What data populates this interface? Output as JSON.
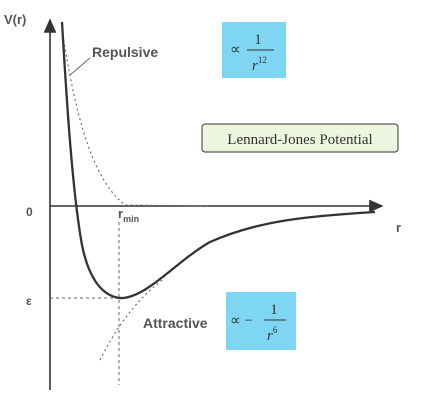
{
  "axes": {
    "y_label": "V(r)",
    "x_label": "r",
    "zero_label": "0",
    "epsilon_label": "ε",
    "rmin_main": "r",
    "rmin_sub": "min"
  },
  "annotations": {
    "repulsive_label": "Repulsive",
    "attractive_label": "Attractive",
    "title_box": "Lennard-Jones Potential",
    "repulsive_formula": {
      "prop": "∝",
      "numerator": "1",
      "denom_base": "r",
      "denom_exp": "12"
    },
    "attractive_formula": {
      "prop": "∝ −",
      "numerator": "1",
      "denom_base": "r",
      "denom_exp": "6"
    }
  },
  "colors": {
    "formula_box_fill": "#7fd6f2",
    "title_box_fill": "#eef5df",
    "curve": "#333333",
    "guide": "#666666"
  }
}
